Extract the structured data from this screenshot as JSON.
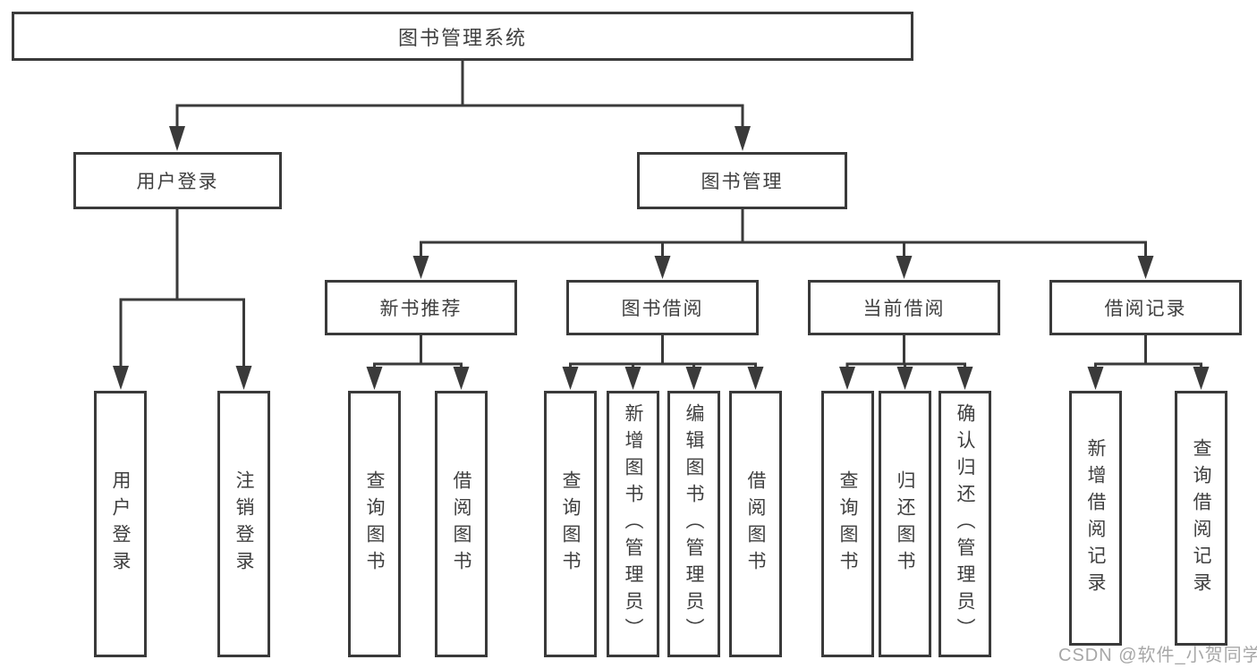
{
  "tree": {
    "label": "图书管理系统",
    "children": [
      {
        "label": "用户登录",
        "children": [
          {
            "label": "用户登录"
          },
          {
            "label": "注销登录"
          }
        ]
      },
      {
        "label": "图书管理",
        "children": [
          {
            "label": "新书推荐",
            "children": [
              {
                "label": "查询图书"
              },
              {
                "label": "借阅图书"
              }
            ]
          },
          {
            "label": "图书借阅",
            "children": [
              {
                "label": "查询图书"
              },
              {
                "label": "新增图书（管理员）"
              },
              {
                "label": "编辑图书（管理员）"
              },
              {
                "label": "借阅图书"
              }
            ]
          },
          {
            "label": "当前借阅",
            "children": [
              {
                "label": "查询图书"
              },
              {
                "label": "归还图书"
              },
              {
                "label": "确认归还（管理员）"
              }
            ]
          },
          {
            "label": "借阅记录",
            "children": [
              {
                "label": "新增借阅记录"
              },
              {
                "label": "查询借阅记录"
              }
            ]
          }
        ]
      }
    ]
  },
  "watermark": "CSDN @软件_小贺同学",
  "colors": {
    "line": "#3a3a3a",
    "text": "#3f3f3f",
    "watermark": "#a0a0a0",
    "background": "#ffffff"
  }
}
